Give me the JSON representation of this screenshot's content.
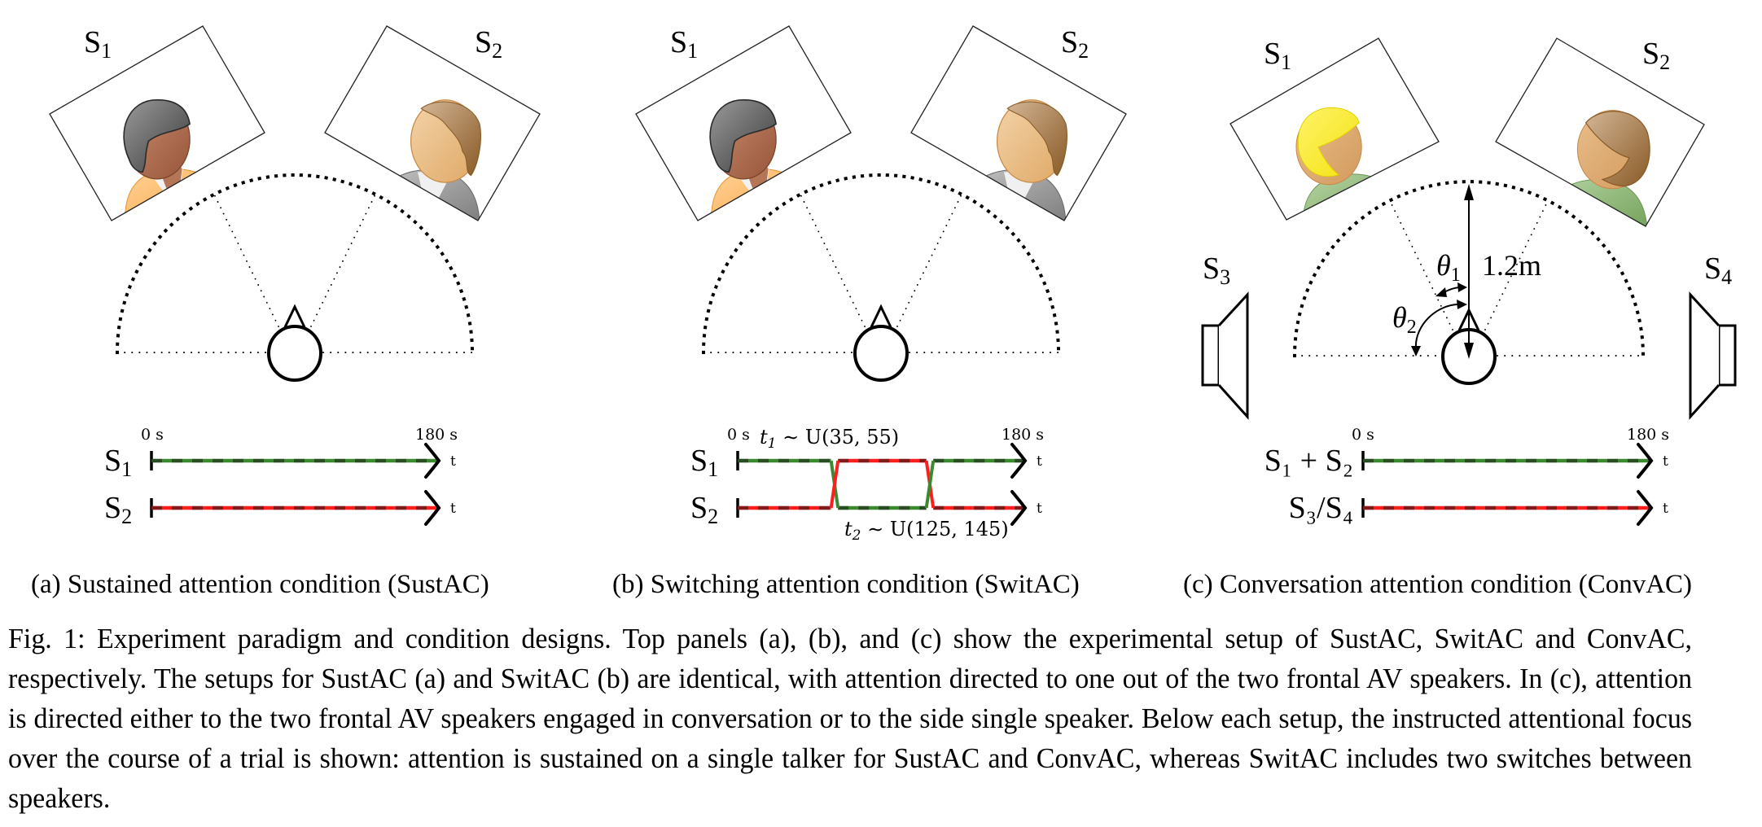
{
  "figure": {
    "panels": [
      {
        "id": "a",
        "subcaption": "(a) Sustained attention condition (SustAC)",
        "speakers": [
          {
            "label": "S",
            "sub": "1",
            "avatar": "woman-dark-hair-orange-shirt"
          },
          {
            "label": "S",
            "sub": "2",
            "avatar": "man-brown-hair-grey-suit"
          }
        ],
        "listener": "head-with-nose-icon",
        "timeline": {
          "start_label": "0 s",
          "end_label": "180 s",
          "axis_label": "t",
          "rows": [
            {
              "label": "S",
              "sub": "1",
              "segments": [
                {
                  "from": 0,
                  "to": 180,
                  "state": "attended"
                }
              ]
            },
            {
              "label": "S",
              "sub": "2",
              "segments": [
                {
                  "from": 0,
                  "to": 180,
                  "state": "ignored"
                }
              ]
            }
          ]
        }
      },
      {
        "id": "b",
        "subcaption": "(b) Switching attention condition (SwitAC)",
        "speakers": [
          {
            "label": "S",
            "sub": "1",
            "avatar": "woman-dark-hair-orange-shirt"
          },
          {
            "label": "S",
            "sub": "2",
            "avatar": "man-brown-hair-grey-suit"
          }
        ],
        "listener": "head-with-nose-icon",
        "timeline": {
          "start_label": "0 s",
          "end_label": "180 s",
          "axis_label": "t",
          "switch1_label": "t",
          "switch1_sub": "1",
          "switch1_dist": " ∼ U(35, 55)",
          "switch2_label": "t",
          "switch2_sub": "2",
          "switch2_dist": " ∼ U(125, 145)",
          "switch_points_drawn_s": [
            61,
            121
          ],
          "rows": [
            {
              "label": "S",
              "sub": "1",
              "segments": [
                {
                  "from": 0,
                  "to": 61,
                  "state": "attended"
                },
                {
                  "from": 61,
                  "to": 121,
                  "state": "ignored"
                },
                {
                  "from": 121,
                  "to": 180,
                  "state": "attended"
                }
              ]
            },
            {
              "label": "S",
              "sub": "2",
              "segments": [
                {
                  "from": 0,
                  "to": 61,
                  "state": "ignored"
                },
                {
                  "from": 61,
                  "to": 121,
                  "state": "attended"
                },
                {
                  "from": 121,
                  "to": 180,
                  "state": "ignored"
                }
              ]
            }
          ]
        }
      },
      {
        "id": "c",
        "subcaption": "(c) Conversation attention condition (ConvAC)",
        "speakers": [
          {
            "label": "S",
            "sub": "1",
            "avatar": "woman-blonde-hair-green-shirt"
          },
          {
            "label": "S",
            "sub": "2",
            "avatar": "woman-brown-hair-green-shirt"
          },
          {
            "label": "S",
            "sub": "3",
            "avatar": "loudspeaker-left-icon"
          },
          {
            "label": "S",
            "sub": "4",
            "avatar": "loudspeaker-right-icon"
          }
        ],
        "listener": "head-with-nose-icon",
        "annotations": {
          "theta1": "θ",
          "theta1_sub": "1",
          "theta2": "θ",
          "theta2_sub": "2",
          "distance": "1.2m"
        },
        "timeline": {
          "start_label": "0 s",
          "end_label": "180 s",
          "axis_label": "t",
          "rows": [
            {
              "label": "S₁ + S₂",
              "segments": [
                {
                  "from": 0,
                  "to": 180,
                  "state": "attended"
                }
              ]
            },
            {
              "label": "S₃/S₄",
              "segments": [
                {
                  "from": 0,
                  "to": 180,
                  "state": "ignored"
                }
              ]
            }
          ]
        }
      }
    ],
    "colors": {
      "attended": "#3c8a30",
      "ignored": "#ff1e1e",
      "dash": "#1a1a1a"
    },
    "caption": "Fig. 1: Experiment paradigm and condition designs. Top panels (a), (b), and (c) show the experimental setup of SustAC, SwitAC and ConvAC, respectively. The setups for SustAC (a) and SwitAC (b) are identical, with attention directed to one out of the two frontal AV speakers. In (c), attention is directed either to the two frontal AV speakers engaged in conversation or to the side single speaker. Below each setup, the instructed attentional focus over the course of a trial is shown: attention is sustained on a single talker for SustAC and ConvAC, whereas SwitAC includes two switches between speakers."
  }
}
